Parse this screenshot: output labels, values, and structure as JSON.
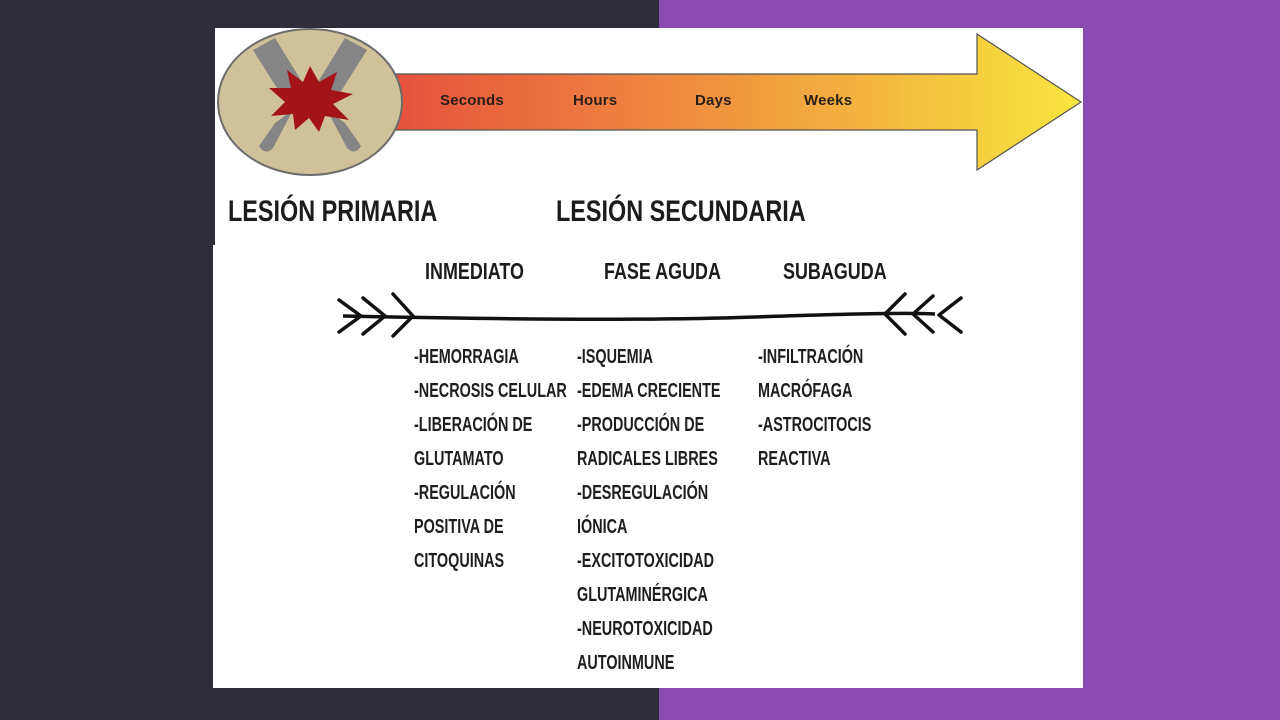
{
  "timeline": {
    "labels": [
      "Seconds",
      "Hours",
      "Days",
      "Weeks"
    ],
    "arrow_colors": [
      "#e6503e",
      "#f1973f",
      "#f8e63f"
    ]
  },
  "headings": {
    "primary": "LESIÓN PRIMARIA",
    "secondary": "LESIÓN SECUNDARIA"
  },
  "phases": [
    "INMEDIATO",
    "FASE AGUDA",
    "SUBAGUDA"
  ],
  "columns": {
    "inmediato": [
      "-HEMORRAGIA",
      "-NECROSIS CELULAR",
      "-LIBERACIÓN DE",
      "GLUTAMATO",
      "-REGULACIÓN",
      "POSITIVA DE",
      "CITOQUINAS"
    ],
    "fase_aguda": [
      "-ISQUEMIA",
      "-EDEMA CRECIENTE",
      "-PRODUCCIÓN DE",
      "RADICALES LIBRES",
      "-DESREGULACIÓN",
      "IÓNICA",
      "-EXCITOTOXICIDAD",
      "GLUTAMINÉRGICA",
      "-NEUROTOXICIDAD",
      "AUTOINMUNE"
    ],
    "subaguda": [
      "-INFILTRACIÓN",
      "MACRÓFAGA",
      "-ASTROCITOCIS",
      "REACTIVA"
    ]
  },
  "colors": {
    "background_left": "#2e2d39",
    "background_right": "#8a4bb0",
    "lesion": "#a31318",
    "spinal_disc": "#cfc29a"
  }
}
